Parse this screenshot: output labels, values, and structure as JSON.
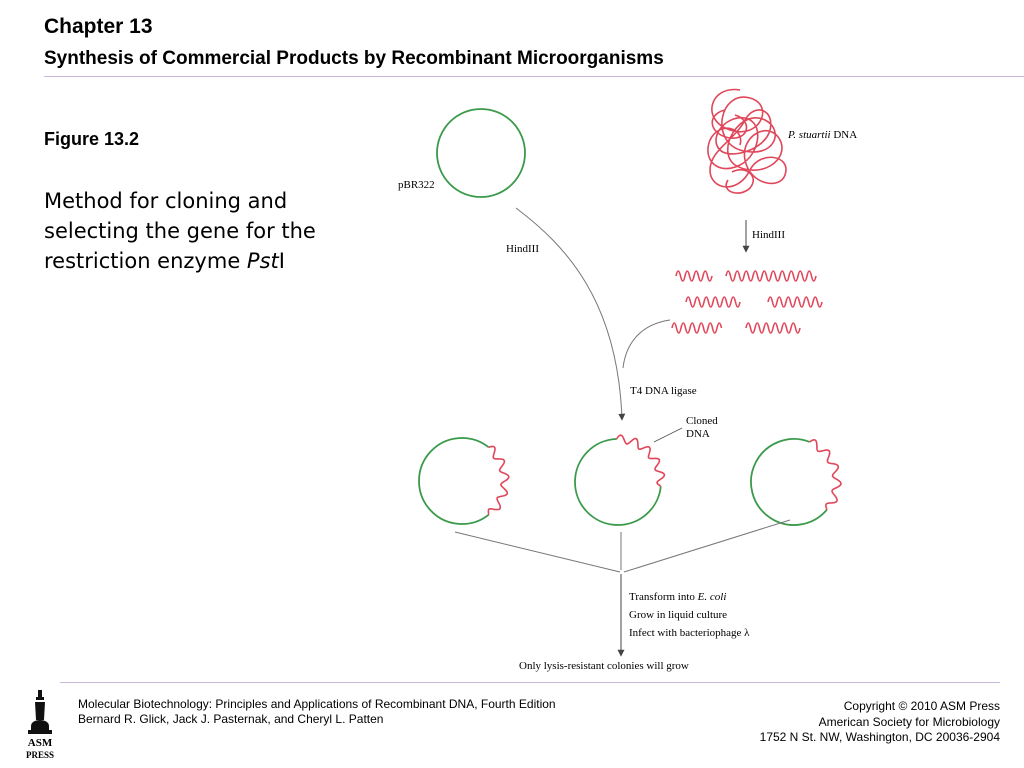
{
  "header": {
    "chapter": "Chapter 13",
    "subtitle": "Synthesis of Commercial Products by Recombinant Microorganisms"
  },
  "figure": {
    "label": "Figure 13.2",
    "caption_prefix": "Method for cloning and selecting the gene for the restriction enzyme ",
    "caption_italic": "Pst",
    "caption_suffix": "I"
  },
  "diagram": {
    "plasmid_label": "pBR322",
    "donor_label_italic": "P. stuartii",
    "donor_label_suffix": " DNA",
    "enzyme_left": "HindIII",
    "enzyme_right": "HindIII",
    "ligase_label": "T4 DNA ligase",
    "cloned_label_line1": "Cloned",
    "cloned_label_line2": "DNA",
    "step1_prefix": "Transform into ",
    "step1_italic": "E. coli",
    "step2": "Grow in liquid culture",
    "step3": "Infect with bacteriophage λ",
    "result": "Only lysis-resistant colonies will grow",
    "colors": {
      "plasmid": "#3a9a4a",
      "insert": "#e0475a",
      "arrow": "#7a7a7a"
    }
  },
  "footer": {
    "book_title": "Molecular Biotechnology: Principles and Applications of Recombinant DNA, Fourth Edition",
    "authors": "Bernard R. Glick, Jack J. Pasternak, and Cheryl L. Patten",
    "copyright": "Copyright © 2010 ASM Press",
    "publisher": "American Society for Microbiology",
    "address": "1752 N St. NW, Washington, DC 20036-2904",
    "logo_text_1": "ASM",
    "logo_text_2": "PRESS"
  }
}
